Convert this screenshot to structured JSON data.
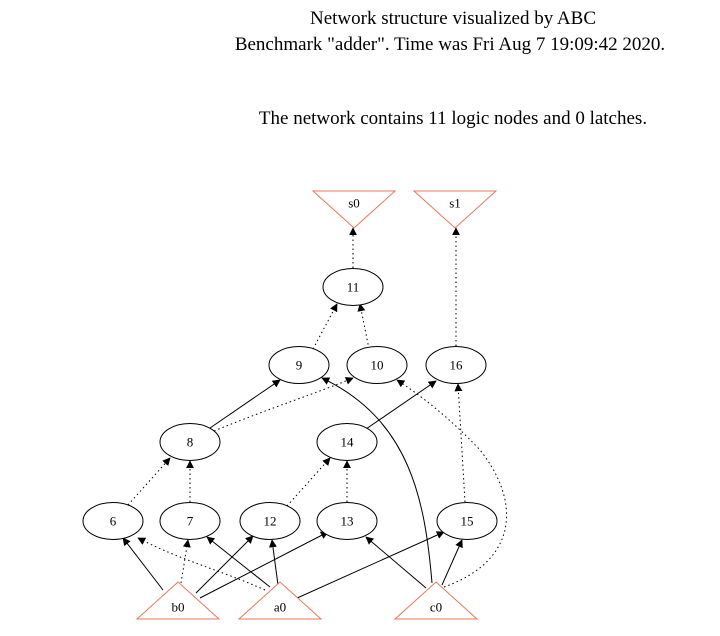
{
  "header": {
    "title": "Network structure visualized by ABC",
    "benchmark_line": "Benchmark \"adder\". Time was Fri Aug  7 19:09:42 2020.",
    "summary_line": "The network contains 11 logic nodes and 0 latches."
  },
  "colors": {
    "io_stroke": "#e8775a",
    "edge": "#000000"
  },
  "outputs": [
    {
      "id": "s0",
      "label": "s0"
    },
    {
      "id": "s1",
      "label": "s1"
    }
  ],
  "inputs": [
    {
      "id": "b0",
      "label": "b0"
    },
    {
      "id": "a0",
      "label": "a0"
    },
    {
      "id": "c0",
      "label": "c0"
    }
  ],
  "nodes": [
    {
      "id": "n11",
      "label": "11"
    },
    {
      "id": "n9",
      "label": "9"
    },
    {
      "id": "n10",
      "label": "10"
    },
    {
      "id": "n16",
      "label": "16"
    },
    {
      "id": "n8",
      "label": "8"
    },
    {
      "id": "n14",
      "label": "14"
    },
    {
      "id": "n6",
      "label": "6"
    },
    {
      "id": "n7",
      "label": "7"
    },
    {
      "id": "n12",
      "label": "12"
    },
    {
      "id": "n13",
      "label": "13"
    },
    {
      "id": "n15",
      "label": "15"
    }
  ],
  "edges": [
    {
      "from": "n11",
      "to": "s0",
      "style": "dotted"
    },
    {
      "from": "n16",
      "to": "s1",
      "style": "dotted"
    },
    {
      "from": "n9",
      "to": "n11",
      "style": "dotted"
    },
    {
      "from": "n10",
      "to": "n11",
      "style": "dotted"
    },
    {
      "from": "n8",
      "to": "n9",
      "style": "solid"
    },
    {
      "from": "n8",
      "to": "n10",
      "style": "dotted"
    },
    {
      "from": "c0",
      "to": "n9",
      "style": "solid"
    },
    {
      "from": "c0",
      "to": "n10",
      "style": "dotted"
    },
    {
      "from": "n14",
      "to": "n16",
      "style": "solid"
    },
    {
      "from": "n15",
      "to": "n16",
      "style": "dotted"
    },
    {
      "from": "n6",
      "to": "n8",
      "style": "dotted"
    },
    {
      "from": "n7",
      "to": "n8",
      "style": "dotted"
    },
    {
      "from": "n12",
      "to": "n14",
      "style": "dotted"
    },
    {
      "from": "n13",
      "to": "n14",
      "style": "dotted"
    },
    {
      "from": "b0",
      "to": "n6",
      "style": "solid"
    },
    {
      "from": "a0",
      "to": "n6",
      "style": "dotted"
    },
    {
      "from": "b0",
      "to": "n7",
      "style": "dotted"
    },
    {
      "from": "a0",
      "to": "n7",
      "style": "solid"
    },
    {
      "from": "b0",
      "to": "n12",
      "style": "solid"
    },
    {
      "from": "a0",
      "to": "n12",
      "style": "solid"
    },
    {
      "from": "b0",
      "to": "n13",
      "style": "solid"
    },
    {
      "from": "c0",
      "to": "n13",
      "style": "solid"
    },
    {
      "from": "a0",
      "to": "n15",
      "style": "solid"
    },
    {
      "from": "c0",
      "to": "n15",
      "style": "solid"
    }
  ]
}
